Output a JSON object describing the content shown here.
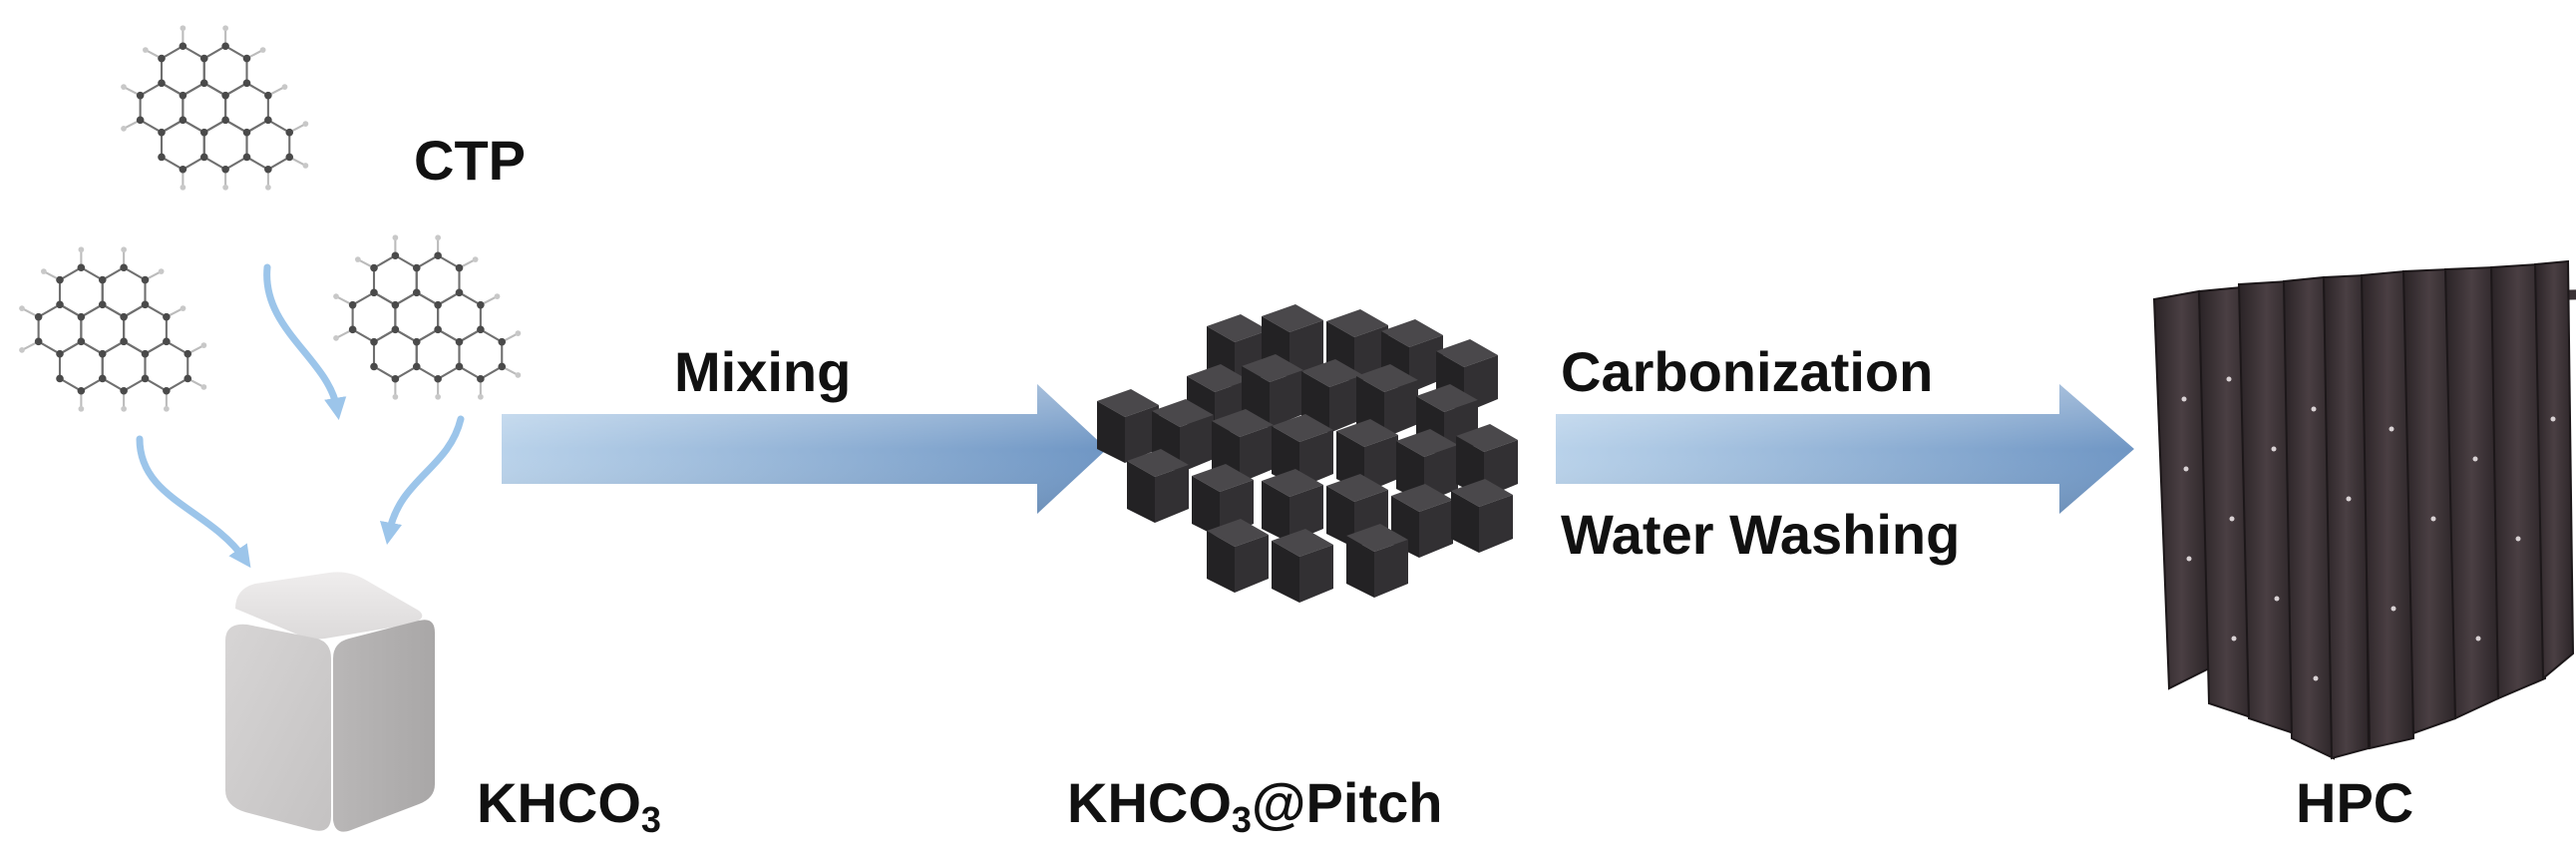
{
  "labels": {
    "ctp": "CTP",
    "mixing": "Mixing",
    "carbonization": "Carbonization",
    "water_washing": "Water Washing",
    "khco3_main": "KHCO",
    "khco3_sub": "3",
    "pitch_prefix": "KHCO",
    "pitch_sub": "3",
    "pitch_suffix": "@Pitch",
    "hpc": "HPC"
  },
  "colors": {
    "arrow_fill": "#8fb2d6",
    "curved_arrow": "#9cc5ea",
    "molecule_atom": "#4a4a4a",
    "molecule_bond": "#707070",
    "salt_cube": "#d8d6d6",
    "pitch_cube": "#2c2b2d",
    "hpc_sheet": "#3a3033"
  },
  "icons": {
    "molecule": "graphene-like polyaromatic molecule",
    "khco3_cube": "white cube",
    "pitch_cubes": "cluster of dark cubes",
    "hpc_structure": "porous carbon sheets"
  }
}
